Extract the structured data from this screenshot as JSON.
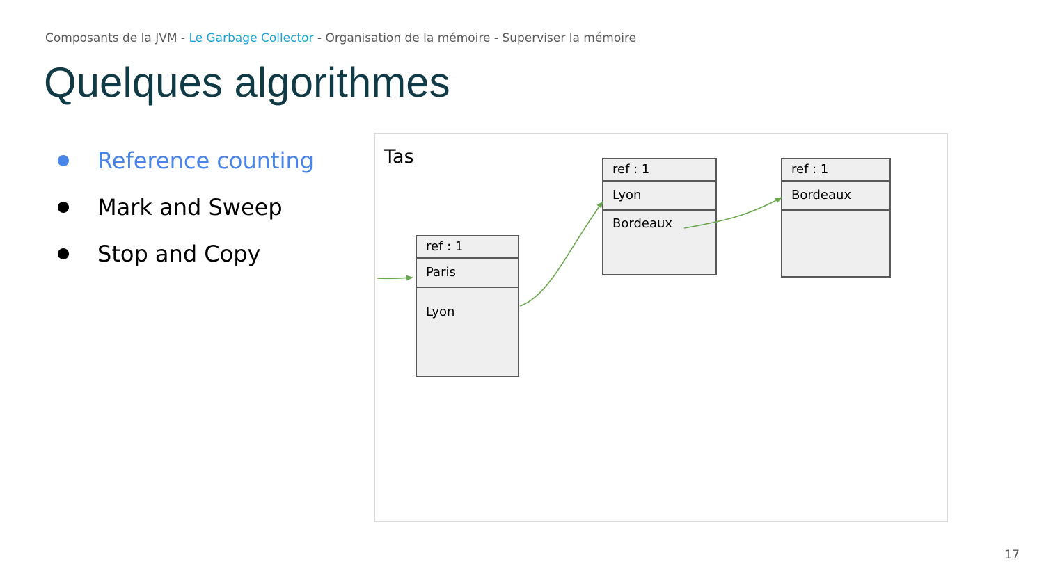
{
  "breadcrumb": {
    "items": [
      {
        "label": "Composants de la JVM",
        "active": false
      },
      {
        "label": "Le Garbage Collector",
        "active": true
      },
      {
        "label": "Organisation de la mémoire",
        "active": false
      },
      {
        "label": "Superviser la mémoire",
        "active": false
      }
    ],
    "separator": " - "
  },
  "slide": {
    "title": "Quelques algorithmes",
    "page_number": "17"
  },
  "bullets": [
    {
      "label": "Reference counting",
      "active": true
    },
    {
      "label": "Mark and Sweep",
      "active": false
    },
    {
      "label": "Stop and Copy",
      "active": false
    }
  ],
  "diagram": {
    "heap_label": "Tas",
    "objects": [
      {
        "ref": "ref : 1",
        "name": "Paris",
        "field": "Lyon"
      },
      {
        "ref": "ref : 1",
        "name": "Lyon",
        "field": "Bordeaux"
      },
      {
        "ref": "ref : 1",
        "name": "Bordeaux",
        "field": ""
      }
    ],
    "arrow_color": "#6aa84f"
  },
  "colors": {
    "title": "#0f3a46",
    "accent": "#4a86e8",
    "breadcrumb_active": "#1aa3d6",
    "object_fill": "#efefef",
    "object_border": "#595959"
  }
}
